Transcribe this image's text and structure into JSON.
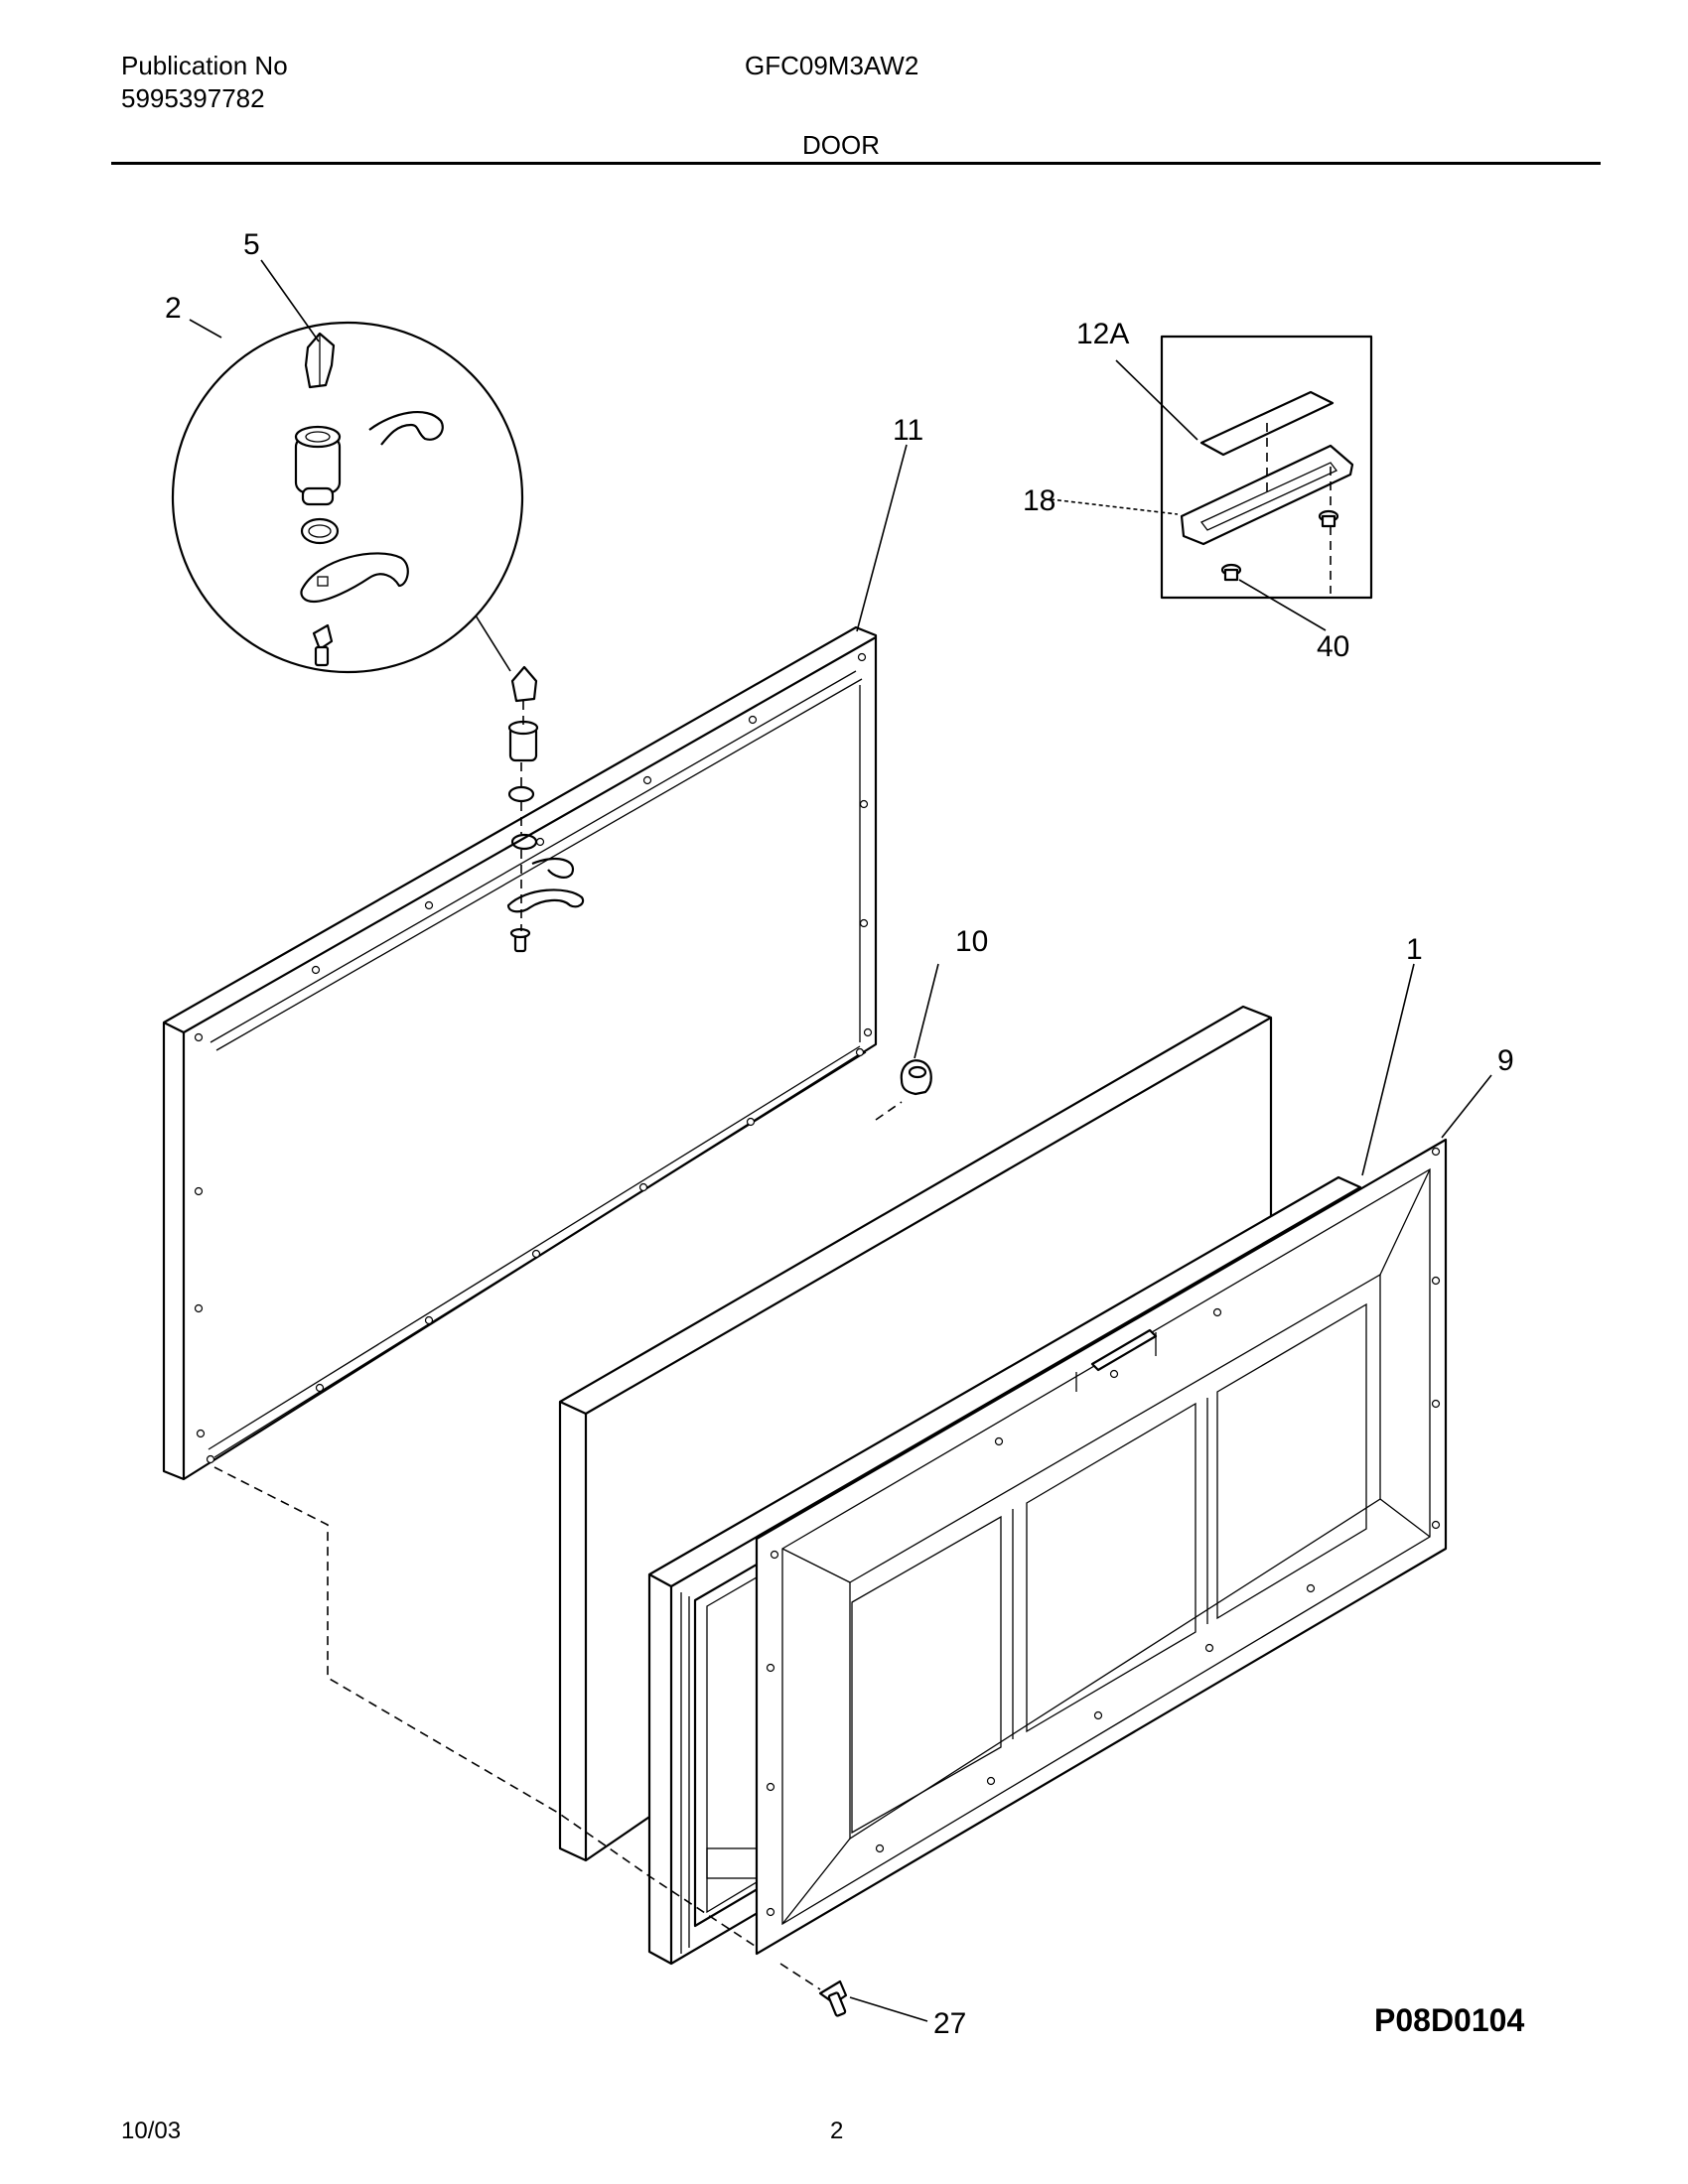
{
  "header": {
    "publication_label": "Publication No",
    "publication_number": "5995397782",
    "model_number": "GFC09M3AW2",
    "section_title": "DOOR"
  },
  "footer": {
    "date": "10/03",
    "page_number": "2"
  },
  "diagram": {
    "drawing_code": "P08D0104",
    "callouts": [
      "5",
      "2",
      "11",
      "12A",
      "18",
      "40",
      "10",
      "1",
      "9",
      "27"
    ]
  }
}
